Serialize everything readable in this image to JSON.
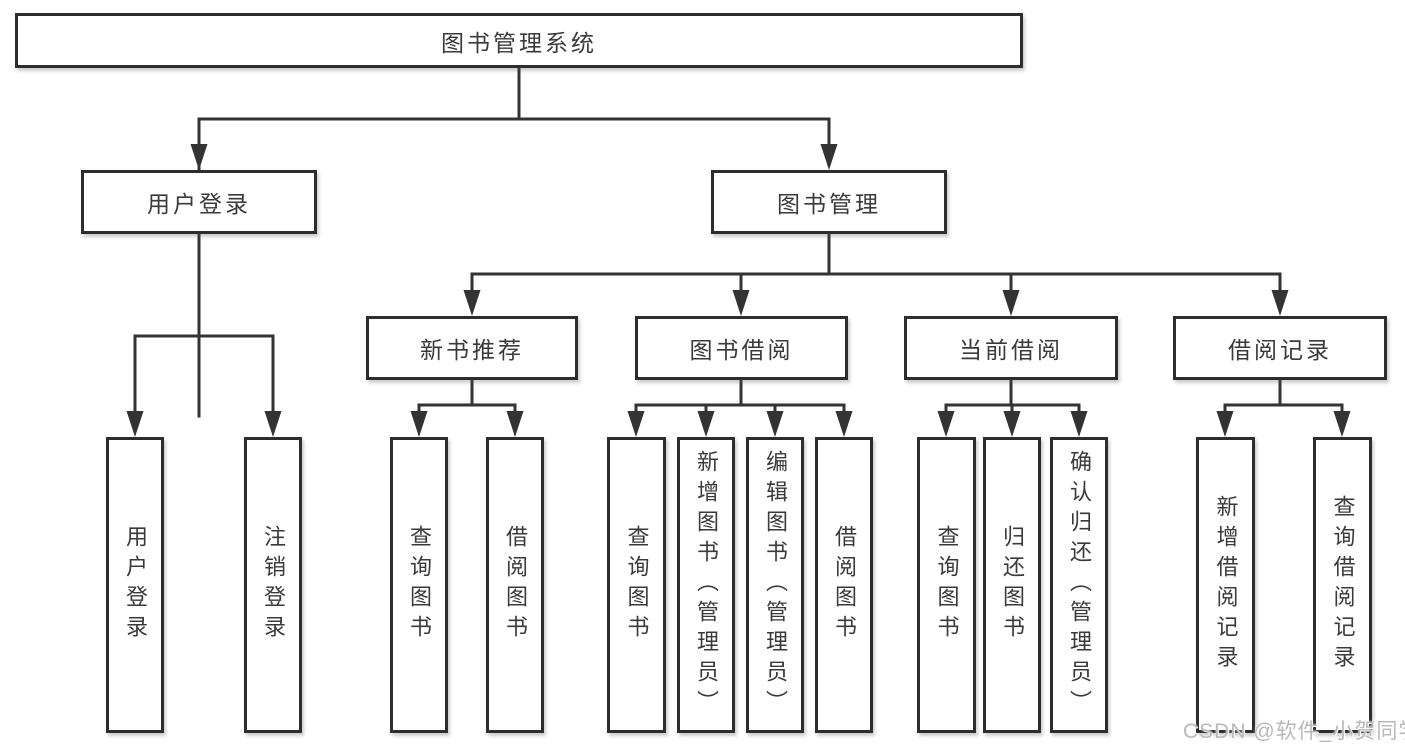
{
  "tree": {
    "label": "图书管理系统",
    "children": [
      {
        "label": "用户登录",
        "children": [
          {
            "label": "用户登录"
          },
          {
            "label": "注销登录"
          }
        ]
      },
      {
        "label": "图书管理",
        "children": [
          {
            "label": "新书推荐",
            "children": [
              {
                "label": "查询图书"
              },
              {
                "label": "借阅图书"
              }
            ]
          },
          {
            "label": "图书借阅",
            "children": [
              {
                "label": "查询图书"
              },
              {
                "label": "新增图书（管理员）"
              },
              {
                "label": "编辑图书（管理员）"
              },
              {
                "label": "借阅图书"
              }
            ]
          },
          {
            "label": "当前借阅",
            "children": [
              {
                "label": "查询图书"
              },
              {
                "label": "归还图书"
              },
              {
                "label": "确认归还（管理员）"
              }
            ]
          },
          {
            "label": "借阅记录",
            "children": [
              {
                "label": "新增借阅记录"
              },
              {
                "label": "查询借阅记录"
              }
            ]
          }
        ]
      }
    ]
  },
  "watermark": {
    "text": "CSDN @软件_小贺同学"
  },
  "colors": {
    "line": "#333333",
    "box_border": "#2d2d2d",
    "text": "#3a3a3a",
    "watermark": "#b9b9b9",
    "background": "#ffffff"
  }
}
